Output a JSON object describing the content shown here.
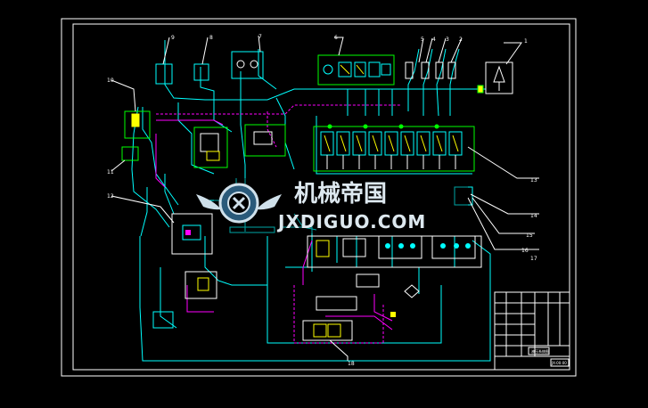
{
  "part_labels": [
    "1",
    "2",
    "3",
    "4",
    "5",
    "6",
    "7",
    "8",
    "9",
    "10",
    "11",
    "12",
    "13",
    "14",
    "15",
    "16",
    "17",
    "18"
  ],
  "watermark": {
    "cn": "机械帝国",
    "en": "JXDIGUO.COM"
  },
  "title_block": {
    "title": "液压系统图",
    "drawing_no": "JX-00-00"
  },
  "colors": {
    "background": "#000000",
    "frame": "#ffffff",
    "pipe": "#00ffff",
    "control": "#ff00ff",
    "component": "#00ff00",
    "valve": "#ffff00",
    "lines": "#ffffff"
  }
}
